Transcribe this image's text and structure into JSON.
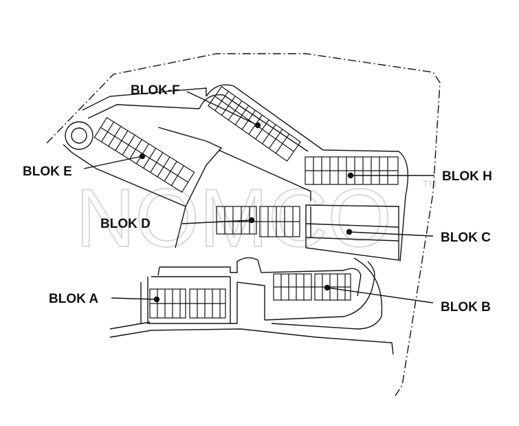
{
  "watermark": {
    "text": "NOMCO",
    "mark": "TM"
  },
  "colors": {
    "ink": "#111111",
    "watermark": "#d9d9d9"
  },
  "labels": {
    "blok_a": "BLOK A",
    "blok_b": "BLOK B",
    "blok_c": "BLOK C",
    "blok_d": "BLOK D",
    "blok_e": "BLOK E",
    "blok_f": "BLOK-F",
    "blok_h": "BLOK H"
  }
}
